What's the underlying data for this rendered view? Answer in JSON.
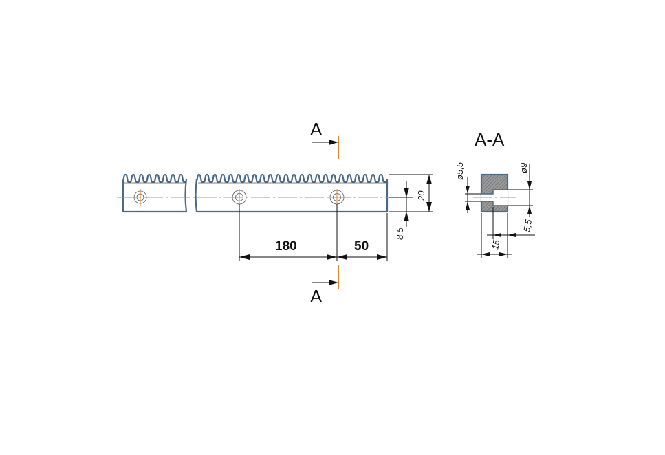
{
  "section_top_label": "A",
  "section_bottom_label": "A",
  "section_view_title": "A-A",
  "dimensions": {
    "hole_pitch": "180",
    "end_to_hole": "50",
    "rack_height": "20",
    "axis_height": "8,5",
    "counterbore_diameter": "ø9",
    "hole_diameter": "ø5,5",
    "section_width": "15",
    "counterbore_depth": "5,5"
  },
  "colors": {
    "outline": "#4a6a88",
    "centerline": "#d88a2c",
    "hatch": "#8a8a8a",
    "dimension": "#111111"
  }
}
